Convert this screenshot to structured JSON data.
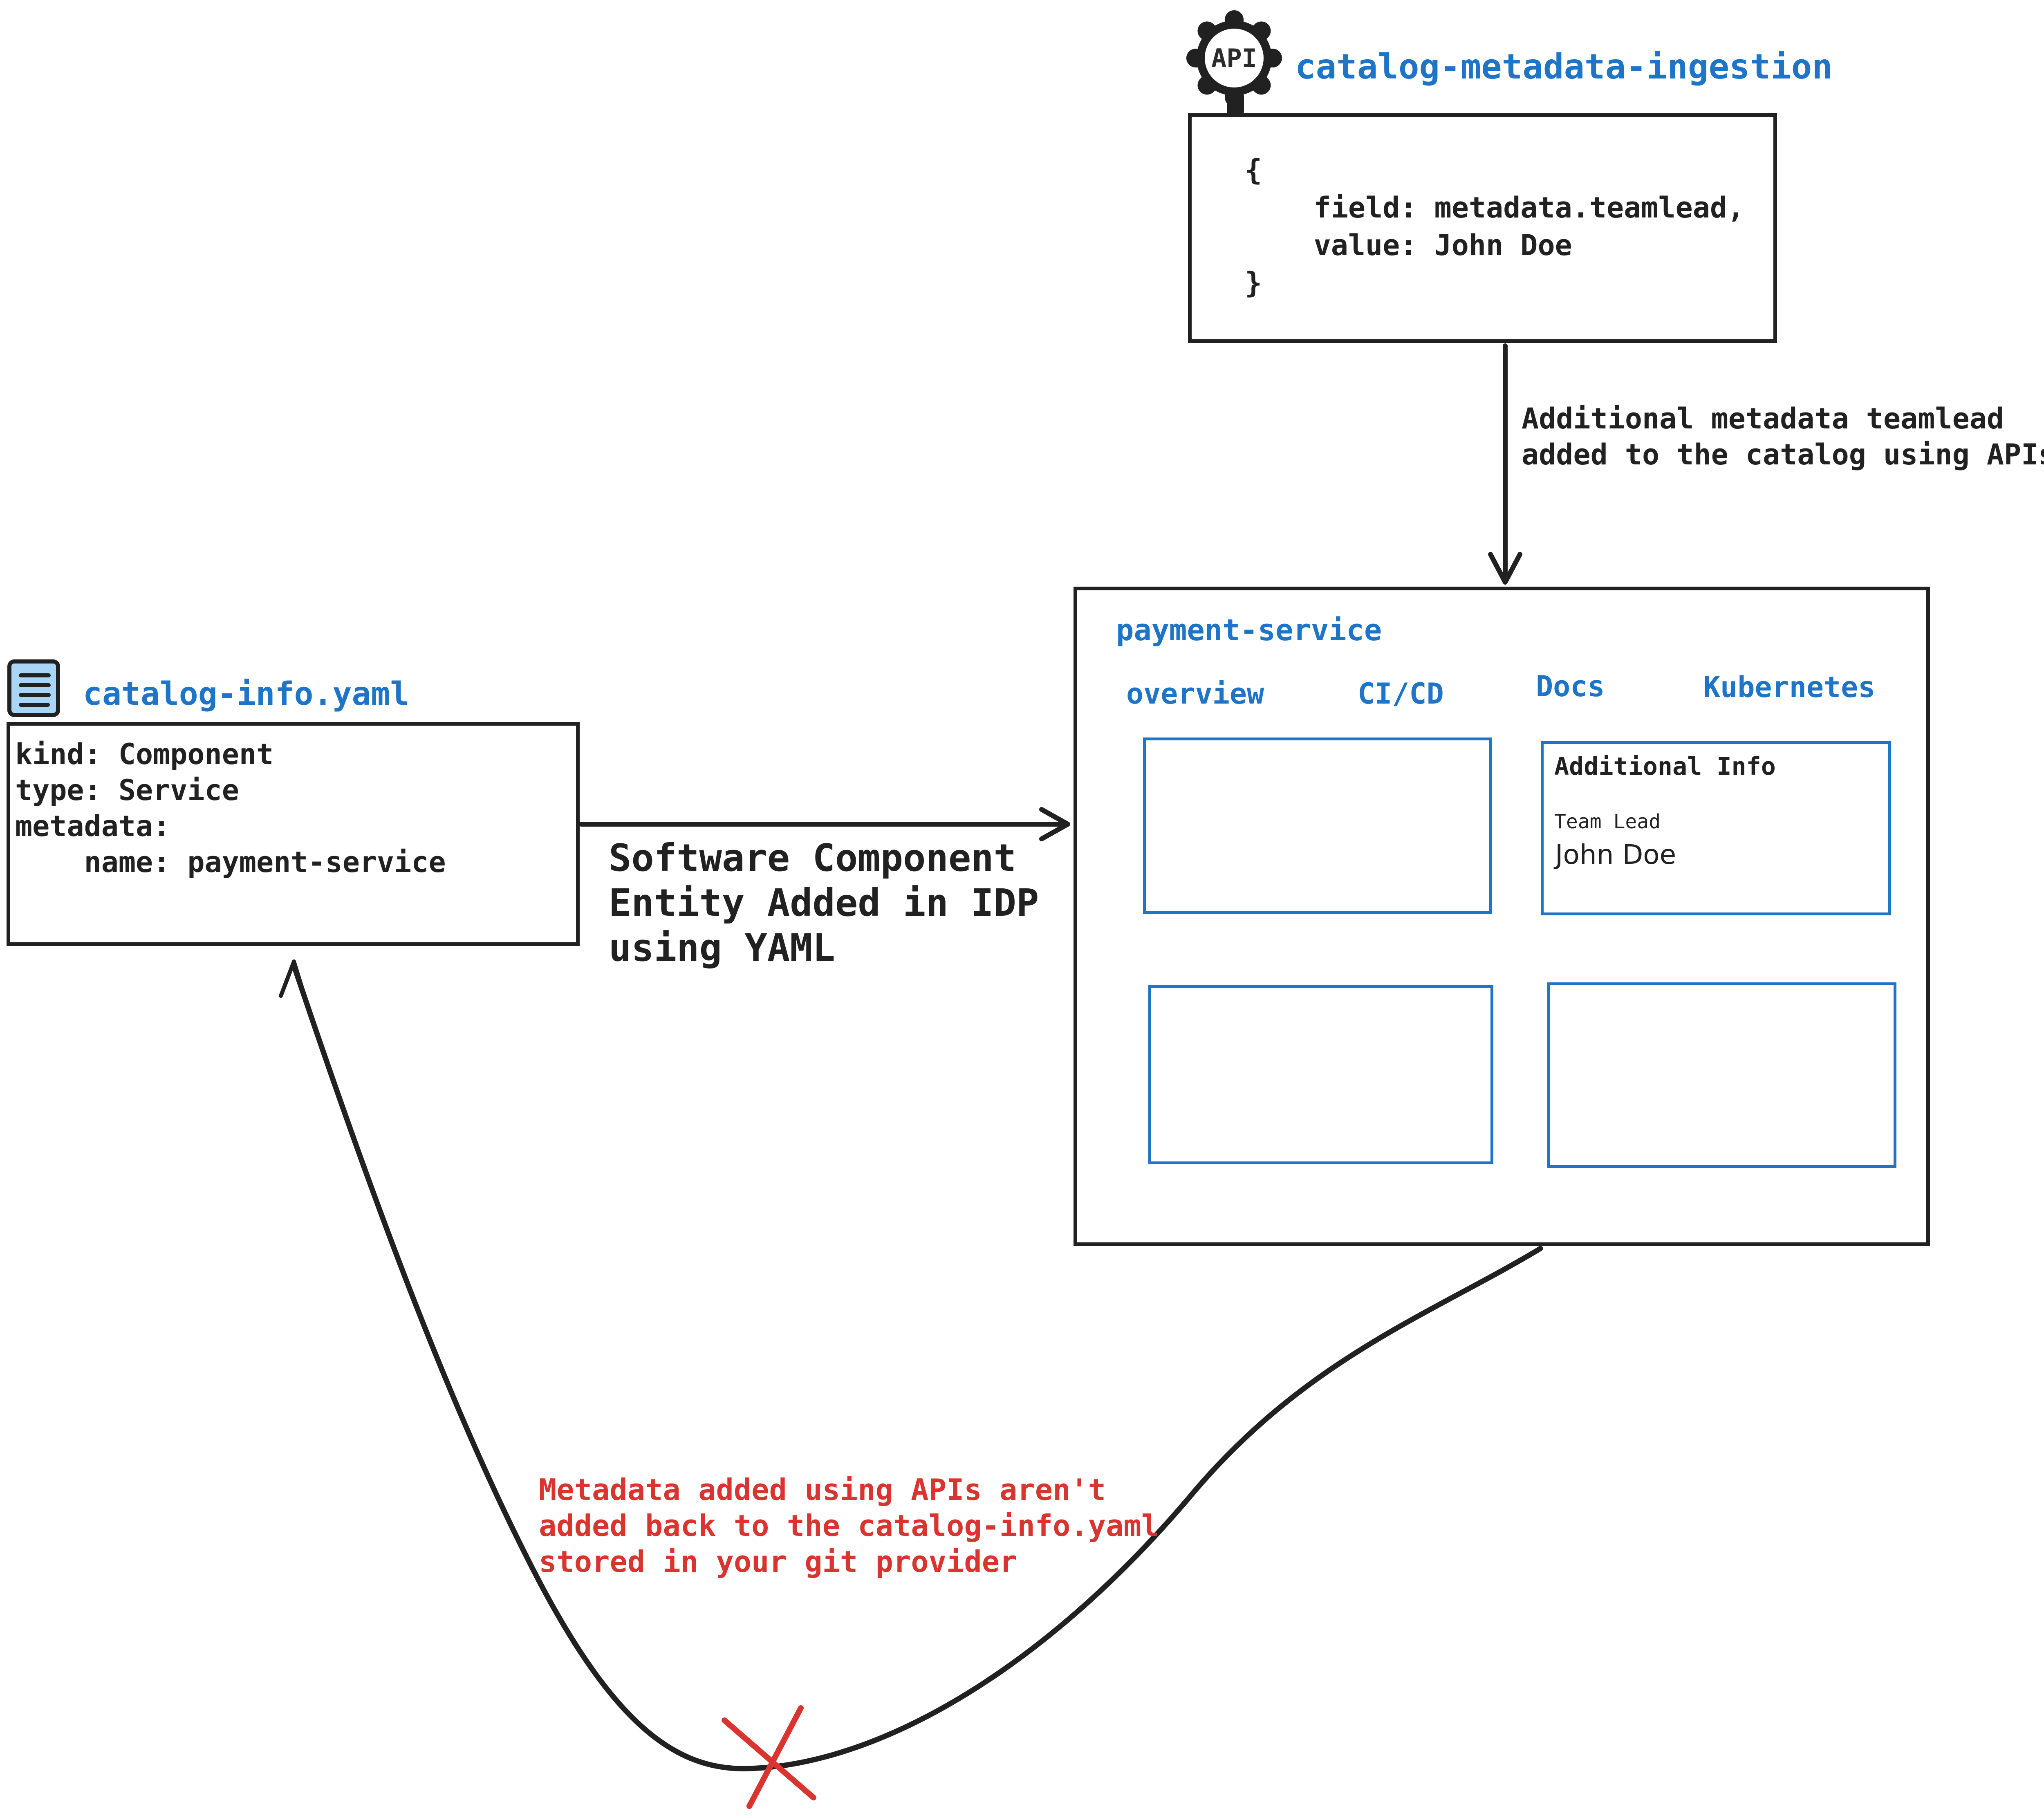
{
  "colors": {
    "ink": "#212121",
    "blue": "#1E74C6",
    "red": "#D93430",
    "file_icon_fill": "#A9D6F6"
  },
  "api_service": {
    "icon": "gear-api-icon",
    "icon_text": "API",
    "title": "catalog-metadata-ingestion",
    "code": "{\n    field: metadata.teamlead,\n    value: John Doe\n}"
  },
  "ingest_arrow_label": "Additional metadata teamlead\nadded to the catalog using APIs",
  "idp": {
    "title": "payment-service",
    "tabs": [
      {
        "label": "overview"
      },
      {
        "label": "CI/CD"
      },
      {
        "label": "Docs"
      },
      {
        "label": "Kubernetes"
      }
    ],
    "panels": {
      "additional_info": {
        "heading": "Additional Info",
        "field_label": "Team Lead",
        "field_value": "John Doe"
      }
    }
  },
  "yaml_file": {
    "icon": "yaml-file-icon",
    "title": "catalog-info.yaml",
    "code": "kind: Component\ntype: Service\nmetadata:\n    name: payment-service"
  },
  "yaml_arrow_label": "Software Component\nEntity Added in IDP\nusing YAML",
  "warning_note": "Metadata added using APIs aren't\nadded back to the catalog-info.yaml\nstored in your git provider"
}
